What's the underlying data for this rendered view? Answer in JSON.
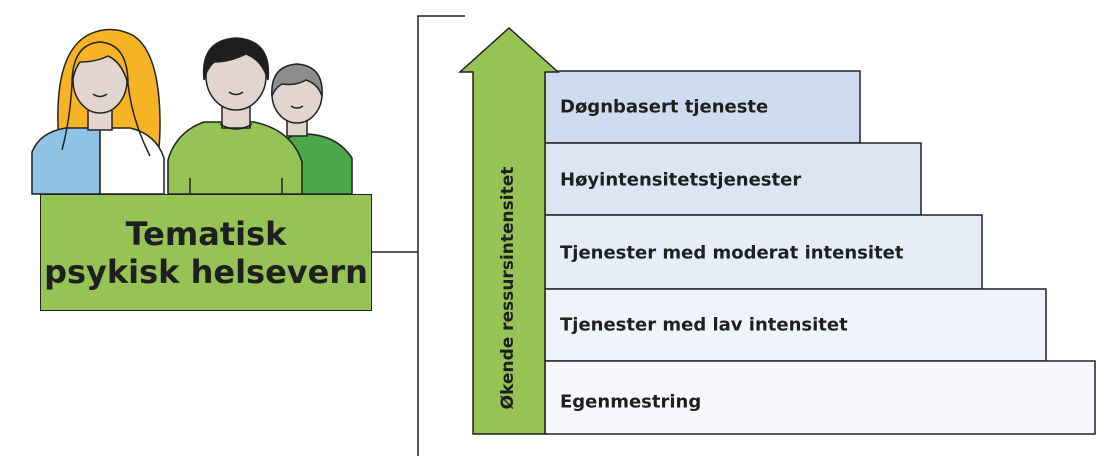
{
  "tema": {
    "line1": "Tematisk",
    "line2": "psykisk helsevern"
  },
  "arrow": {
    "label": "Økende ressursintensitet"
  },
  "steps": [
    {
      "label": "Døgnbasert tjeneste",
      "color": "#cfdcef"
    },
    {
      "label": "Høyintensitetstjenester",
      "color": "#dbe5f3"
    },
    {
      "label": "Tjenester med moderat intensitet",
      "color": "#e6edf7"
    },
    {
      "label": "Tjenester med lav intensitet",
      "color": "#eff4fa"
    },
    {
      "label": "Egenmestring",
      "color": "#f7f8fc"
    }
  ],
  "colors": {
    "green": "#95c355",
    "dark_green": "#4aa84a",
    "hair_orange": "#f6b324",
    "shirt_blue": "#8fc3e6",
    "skin": "#e2d5d0",
    "hair_dark": "#1e1e1e",
    "hair_grey": "#8c8c8c",
    "outline": "#222222"
  }
}
